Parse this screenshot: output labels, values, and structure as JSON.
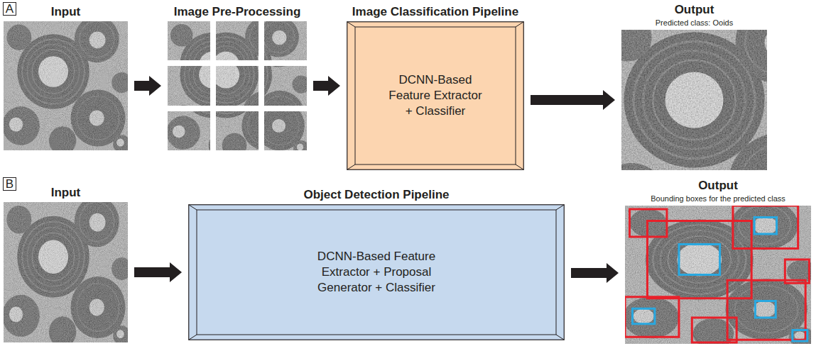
{
  "diagram": {
    "nodes": [
      {
        "text": [
          "A"
        ]
      },
      {
        "text": [
          "Input"
        ]
      },
      {
        "text": [
          "Image Pre-Processing"
        ]
      },
      {
        "text": [
          "Image Classification Pipeline",
          "DCNN-Based Feature Extractor + Classifier"
        ]
      },
      {
        "text": [
          "Output",
          "Predicted class: Ooids"
        ]
      },
      {
        "text": [
          "B"
        ]
      },
      {
        "text": [
          "Input"
        ]
      },
      {
        "text": [
          "Object Detection Pipeline",
          "DCNN-Based Feature Extractor + Proposal Generator + Classifier"
        ]
      },
      {
        "text": [
          "Output",
          "Bounding boxes for the predicted class"
        ]
      }
    ],
    "edges": [
      {
        "from": 1,
        "to": 2,
        "arrow": "to"
      },
      {
        "from": 2,
        "to": 3,
        "arrow": "to"
      },
      {
        "from": 3,
        "to": 4,
        "arrow": "to"
      },
      {
        "from": 6,
        "to": 7,
        "arrow": "to"
      },
      {
        "from": 7,
        "to": 8,
        "arrow": "to"
      }
    ]
  }
}
